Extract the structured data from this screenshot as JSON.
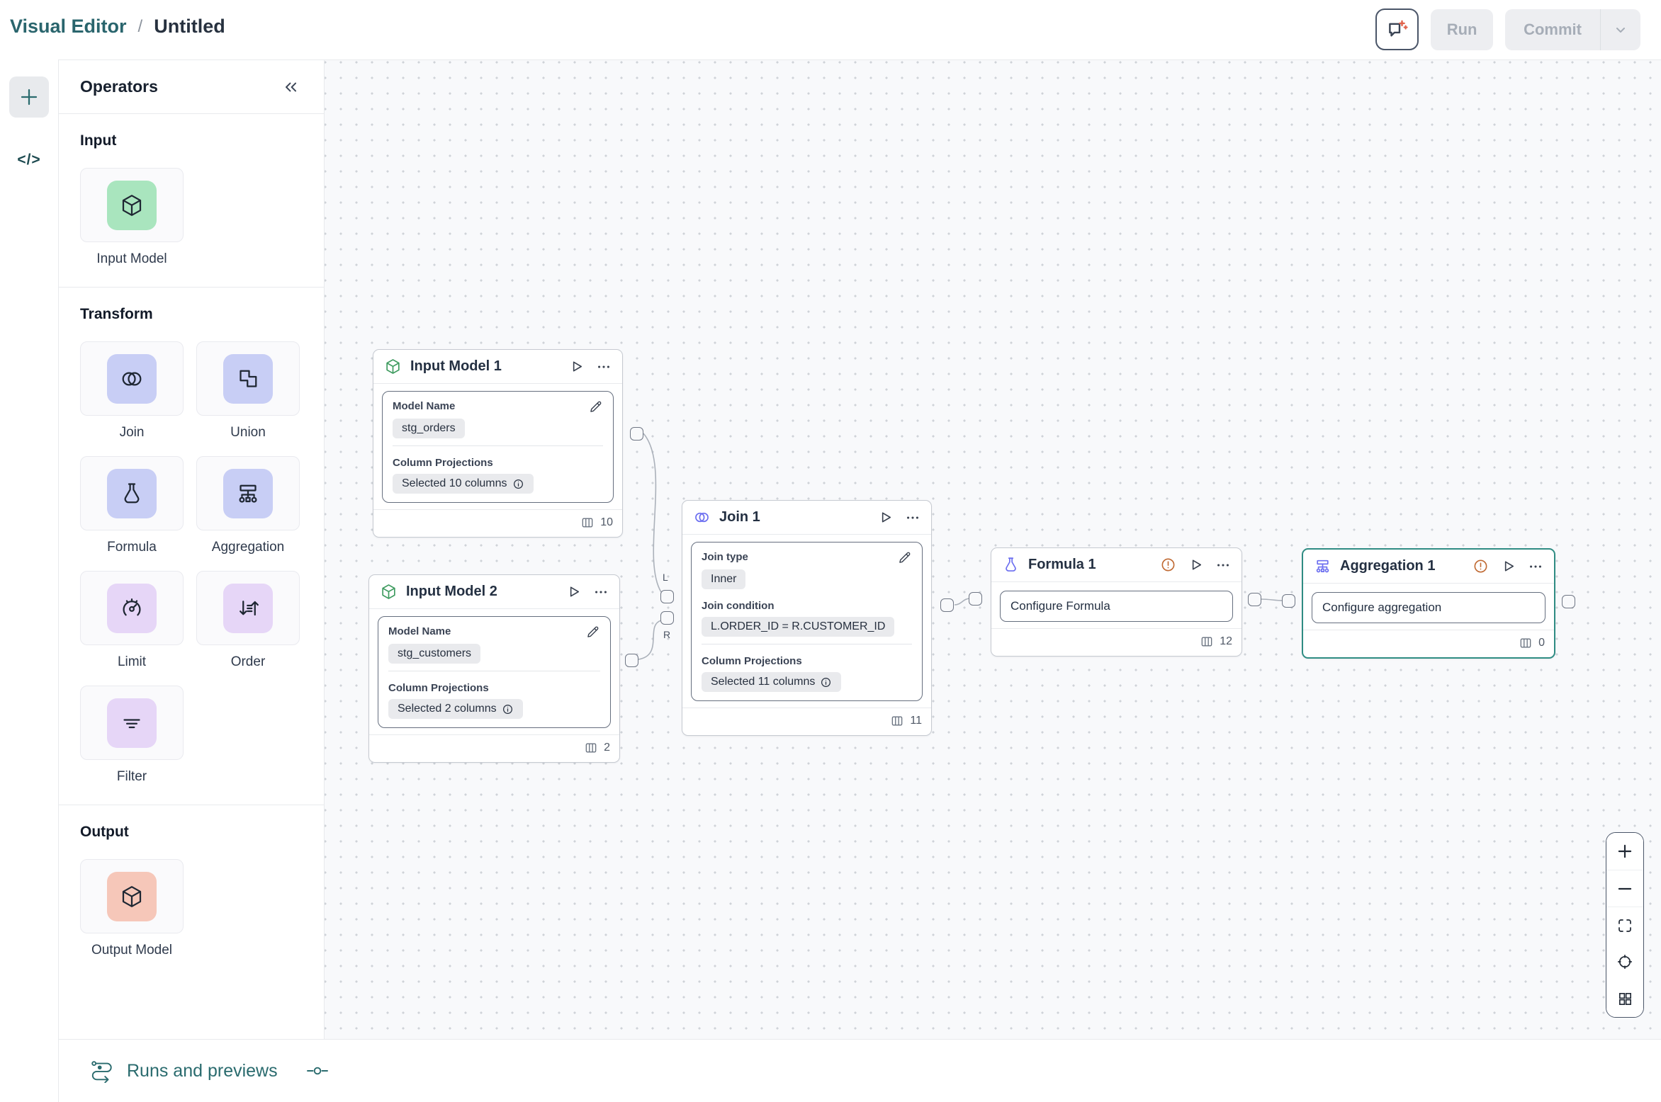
{
  "topbar": {
    "breadcrumb": {
      "app": "Visual Editor",
      "separator": "/",
      "title": "Untitled"
    },
    "run_label": "Run",
    "commit_label": "Commit"
  },
  "operators_panel": {
    "title": "Operators",
    "sections": [
      {
        "label": "Input",
        "items": [
          {
            "label": "Input Model"
          }
        ]
      },
      {
        "label": "Transform",
        "items": [
          {
            "label": "Join"
          },
          {
            "label": "Union"
          },
          {
            "label": "Formula"
          },
          {
            "label": "Aggregation"
          },
          {
            "label": "Limit"
          },
          {
            "label": "Order"
          },
          {
            "label": "Filter"
          }
        ]
      },
      {
        "label": "Output",
        "items": [
          {
            "label": "Output Model"
          }
        ]
      }
    ]
  },
  "nodes": {
    "input_model_1": {
      "title": "Input Model 1",
      "model_name_label": "Model Name",
      "model_name": "stg_orders",
      "projections_label": "Column Projections",
      "projections": "Selected 10 columns",
      "column_count": "10"
    },
    "input_model_2": {
      "title": "Input Model 2",
      "model_name_label": "Model Name",
      "model_name": "stg_customers",
      "projections_label": "Column Projections",
      "projections": "Selected 2 columns",
      "column_count": "2"
    },
    "join_1": {
      "title": "Join 1",
      "join_type_label": "Join type",
      "join_type": "Inner",
      "join_condition_label": "Join condition",
      "join_condition": "L.ORDER_ID = R.CUSTOMER_ID",
      "projections_label": "Column Projections",
      "projections": "Selected 11 columns",
      "column_count": "11",
      "left_port": "L",
      "right_port": "R"
    },
    "formula_1": {
      "title": "Formula 1",
      "button_label": "Configure Formula",
      "column_count": "12"
    },
    "aggregation_1": {
      "title": "Aggregation 1",
      "button_label": "Configure aggregation",
      "column_count": "0"
    }
  },
  "bottom_bar": {
    "runs_label": "Runs and previews"
  },
  "colors": {
    "brand_teal": "#2A656D",
    "selection_teal": "#2F8C83",
    "input_tile_bg": "#A9E5BE",
    "transform_tile_bg": "#C8CEF5",
    "transform_alt_tile_bg": "#E6D6F7",
    "output_tile_bg": "#F6C7B9",
    "node_icon_green": "#3E9B5F",
    "node_icon_indigo": "#6B6EF0",
    "warning_orange": "#C06A33",
    "disabled_button_bg": "#EDEEF1",
    "canvas_bg": "#F8F9FB"
  },
  "icons": {
    "ai_assist": "chat-sparkle",
    "collapse": "double-chevron-left",
    "add": "plus",
    "code": "</>",
    "run": "play-outline",
    "more": "ellipsis",
    "edit": "pencil",
    "info": "info-circle",
    "columns": "table-columns",
    "warning": "alert-circle",
    "runs": "pipeline-flow",
    "commit": "git-commit",
    "zoom": [
      "plus",
      "minus",
      "fit-screen",
      "target",
      "grid"
    ]
  }
}
